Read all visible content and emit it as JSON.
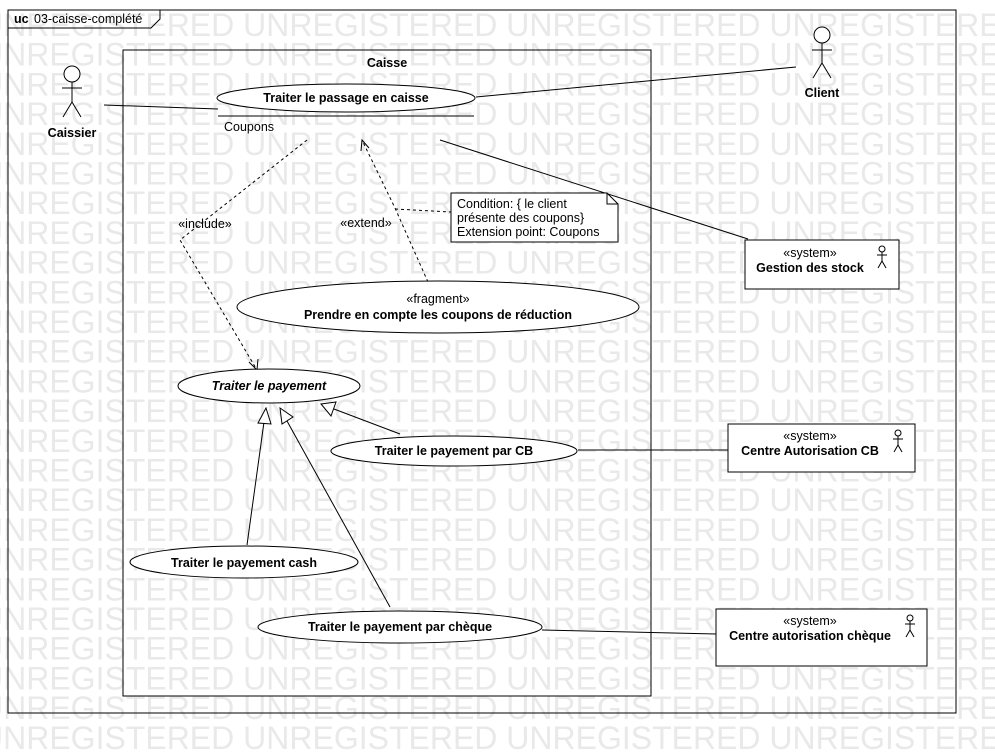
{
  "watermark": "UNREGISTERED UNREGISTERED UNREGISTERED UNREGISTERED UNREGISTERED UNREGISTERED",
  "frame": {
    "kind": "uc",
    "name": "03-caisse-complété"
  },
  "system_boundary": {
    "name": "Caisse"
  },
  "actors": {
    "caissier": "Caissier",
    "client": "Client"
  },
  "systems": {
    "stock": {
      "stereotype": "«system»",
      "name": "Gestion des stock"
    },
    "cb": {
      "stereotype": "«system»",
      "name": "Centre Autorisation CB"
    },
    "cheque": {
      "stereotype": "«system»",
      "name": "Centre autorisation chèque"
    }
  },
  "use_cases": {
    "passage": {
      "name": "Traiter le passage en caisse",
      "extension_point": "Coupons"
    },
    "fragment": {
      "stereotype": "«fragment»",
      "name": "Prendre en compte les coupons de réduction"
    },
    "payement": {
      "name": "Traiter le payement"
    },
    "payement_cb": {
      "name": "Traiter le payement par CB"
    },
    "payement_cash": {
      "name": "Traiter le payement cash"
    },
    "payement_cheque": {
      "name": "Traiter le payement par chèque"
    }
  },
  "relations": {
    "include": "«include»",
    "extend": "«extend»"
  },
  "note": {
    "line1": "Condition: { le client",
    "line2": "présente des coupons}",
    "line3": "Extension point: Coupons"
  }
}
